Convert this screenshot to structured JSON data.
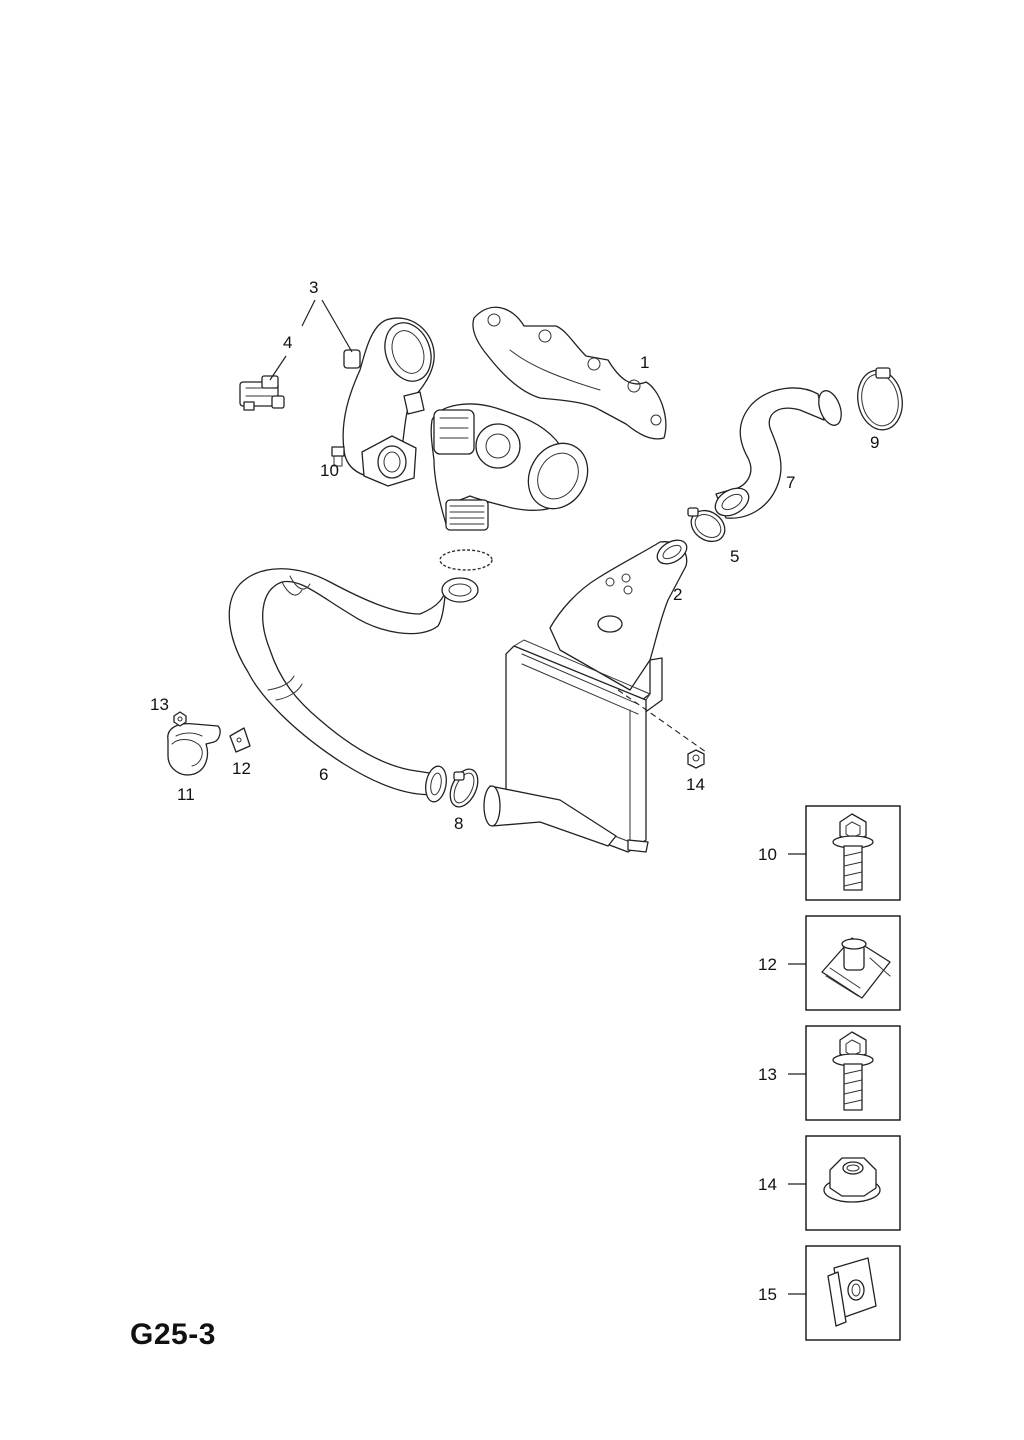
{
  "sheet": {
    "code": "G25-3"
  },
  "callouts": {
    "c1": "1",
    "c2": "2",
    "c3": "3",
    "c4": "4",
    "c5": "5",
    "c6": "6",
    "c7": "7",
    "c8": "8",
    "c9": "9",
    "c10": "10",
    "c11": "11",
    "c12": "12",
    "c13": "13",
    "c14": "14"
  },
  "inset_boxes": [
    {
      "label": "10",
      "icon": "flange-bolt-icon"
    },
    {
      "label": "12",
      "icon": "speed-nut-clip-icon"
    },
    {
      "label": "13",
      "icon": "flange-bolt-icon"
    },
    {
      "label": "14",
      "icon": "flange-nut-icon"
    },
    {
      "label": "15",
      "icon": "u-nut-clip-icon"
    }
  ]
}
